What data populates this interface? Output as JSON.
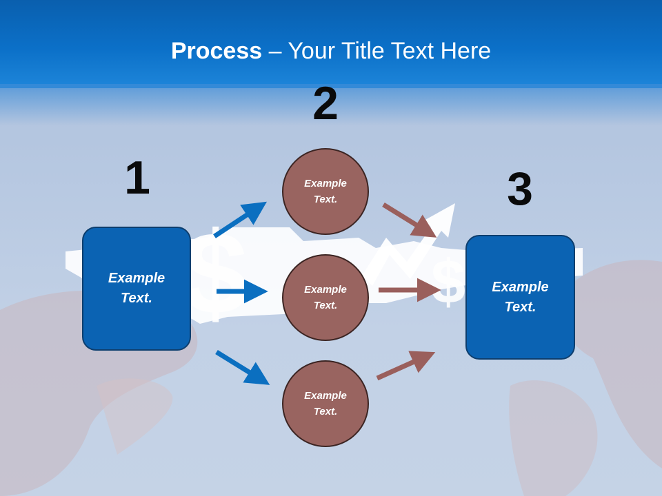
{
  "title": {
    "bold": "Process",
    "rest": " – Your Title Text Here"
  },
  "steps": [
    {
      "number": "1",
      "label_line1": "Example",
      "label_line2": "Text."
    },
    {
      "number": "2",
      "label_line1": "Example",
      "label_line2": "Text."
    },
    {
      "number": "3",
      "label_line1": "Example",
      "label_line2": "Text."
    }
  ],
  "middle_circles": [
    {
      "line1": "Example",
      "line2": "Text."
    },
    {
      "line1": "Example",
      "line2": "Text."
    },
    {
      "line1": "Example",
      "line2": "Text."
    }
  ],
  "colors": {
    "header_blue": "#0b70c8",
    "box_blue": "#0b63b3",
    "circle_brown": "#996460",
    "arrow_blue": "#0b6fc0",
    "arrow_brown": "#9a5f5c"
  }
}
